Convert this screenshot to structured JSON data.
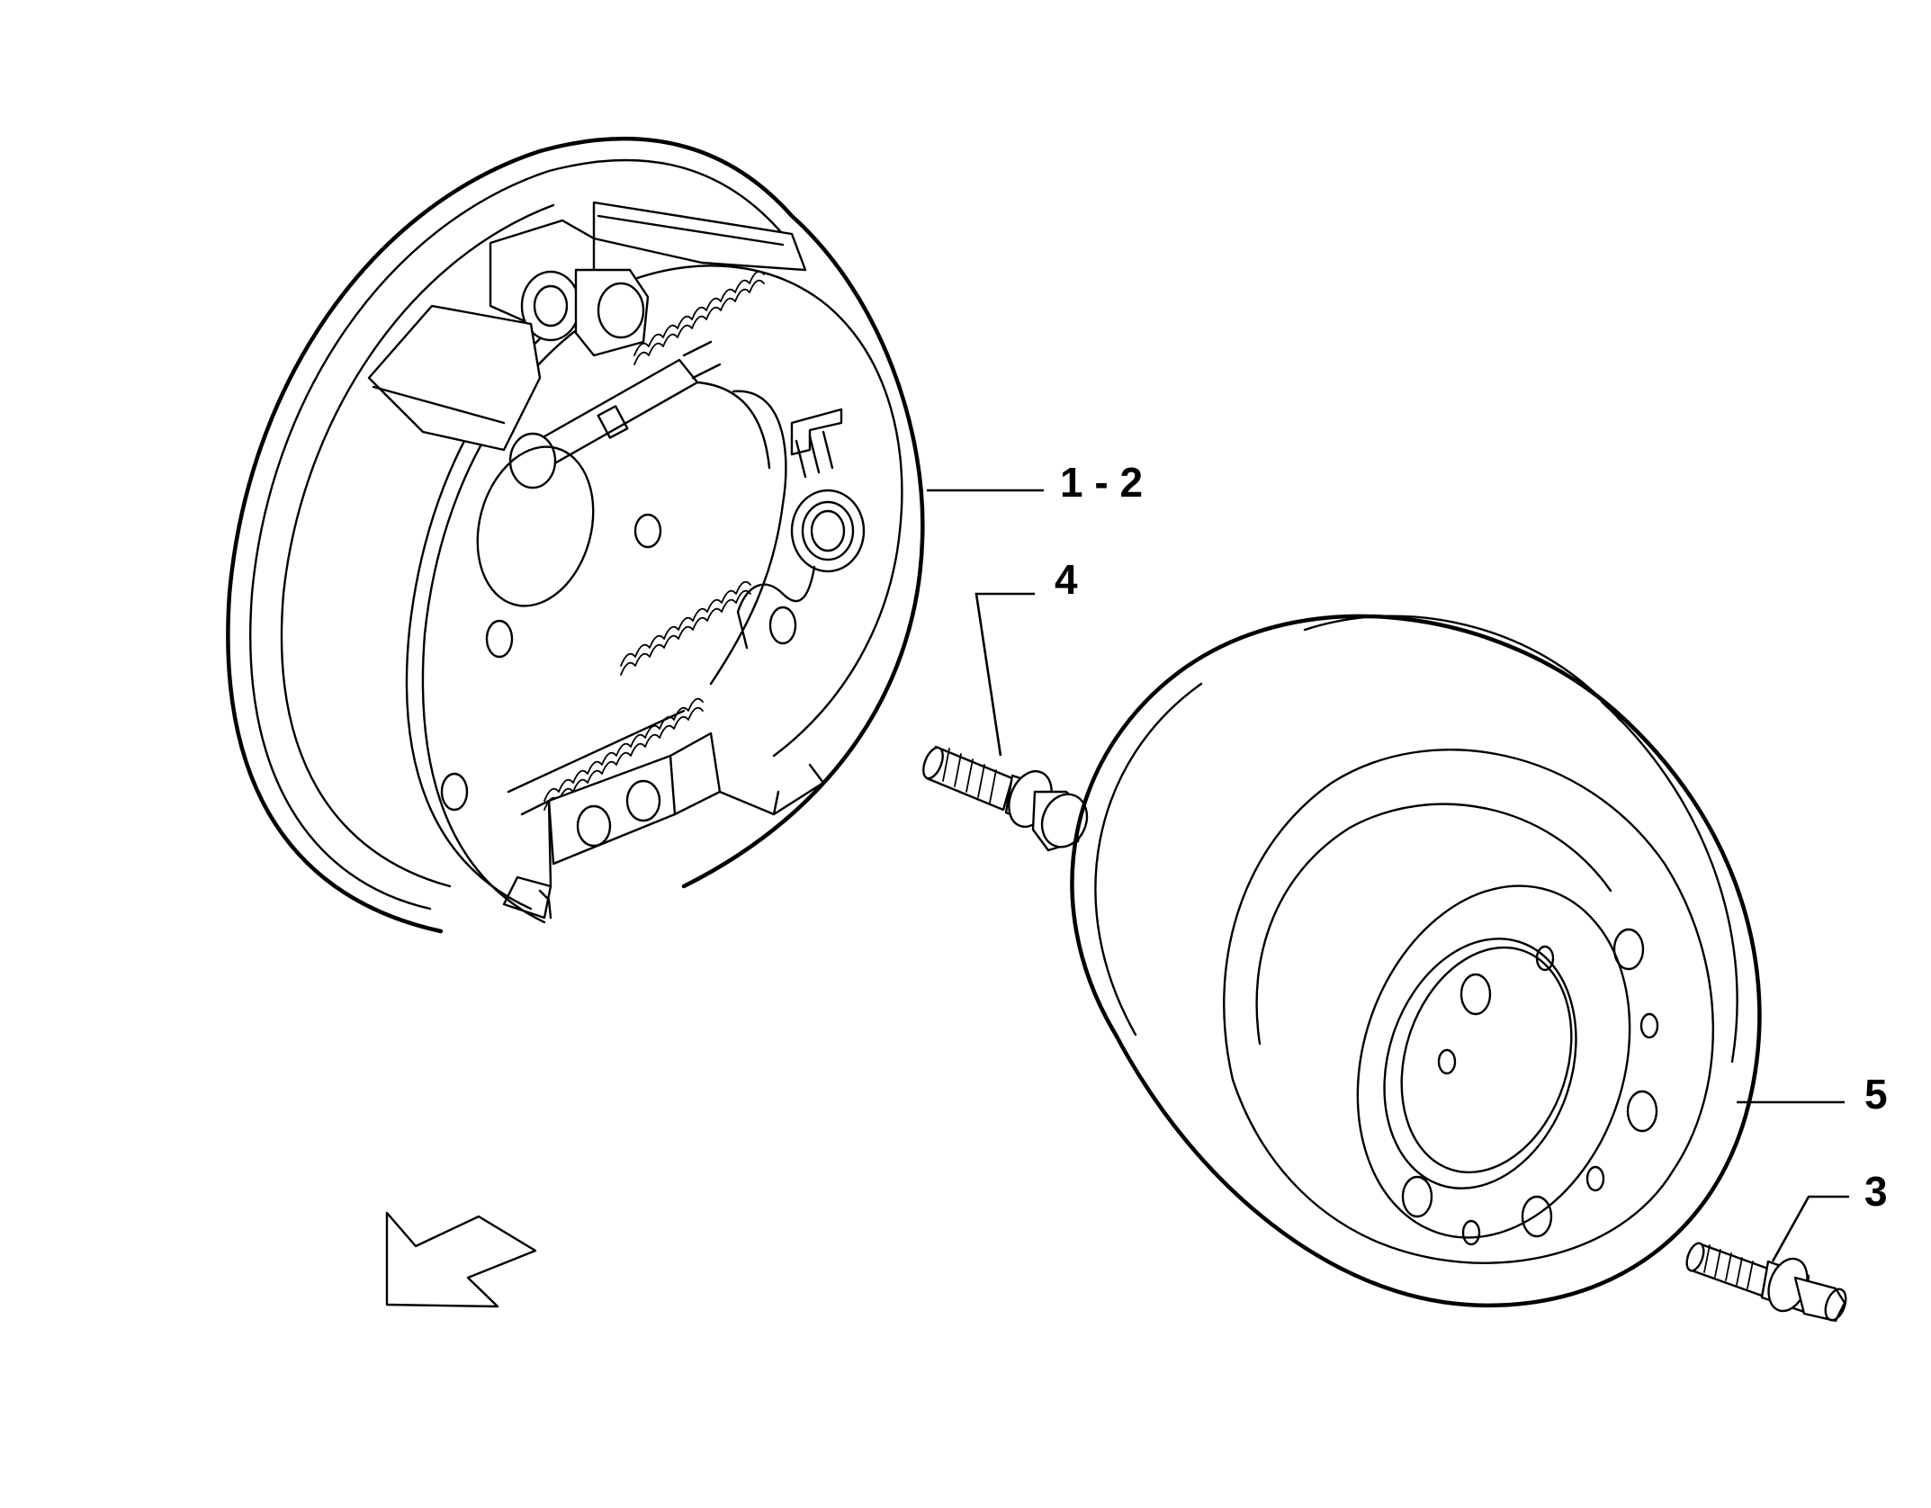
{
  "callouts": [
    {
      "id": "brake-assembly",
      "text": "1 - 2"
    },
    {
      "id": "hub-bolt",
      "text": "4"
    },
    {
      "id": "brake-drum",
      "text": "5"
    },
    {
      "id": "drum-screw",
      "text": "3"
    }
  ],
  "icons": {
    "direction": "direction-arrow-icon"
  },
  "colors": {
    "line": "#000000",
    "background": "#ffffff"
  }
}
